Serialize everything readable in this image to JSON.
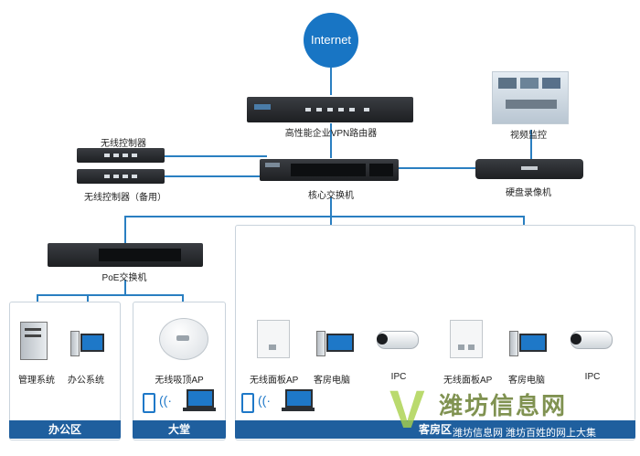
{
  "internet": "Internet",
  "router_label": "高性能企业VPN路由器",
  "wireless_controller": "无线控制器",
  "wireless_controller_backup": "无线控制器（备用）",
  "core_switch": "核心交换机",
  "video_monitor": "视频监控",
  "nvr": "硬盘录像机",
  "poe_switch": "PoE交换机",
  "office": {
    "zone": "办公区",
    "device1": "管理系统",
    "device2": "办公系统"
  },
  "lobby": {
    "zone": "大堂",
    "ap": "无线吸顶AP"
  },
  "guest": {
    "zone": "客房区",
    "ap": "无线面板AP",
    "pc": "客房电脑",
    "ipc": "IPC"
  },
  "watermark": {
    "title": "潍坊信息网",
    "sub": "潍坊信息网 潍坊百姓的网上大集"
  },
  "colors": {
    "accent": "#2a7fc1",
    "zone": "#1f5f9e",
    "internet": "#1875c4"
  }
}
